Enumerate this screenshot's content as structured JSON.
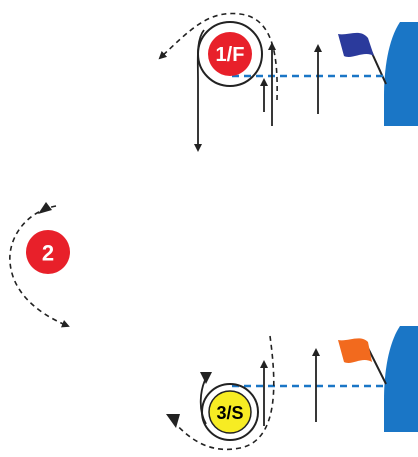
{
  "marks": {
    "mark_1": {
      "label": "1/F",
      "color": "#e8202a",
      "text_color": "#ffffff"
    },
    "mark_2": {
      "label": "2",
      "color": "#e8202a",
      "text_color": "#ffffff"
    },
    "mark_3": {
      "label": "3/S",
      "color": "#f7ec23",
      "text_color": "#000000"
    }
  },
  "colors": {
    "boat": "#1a76c6",
    "start_line": "#1a76c6",
    "finish_flag": "#2b3a9c",
    "start_flag": "#f26a1e",
    "course_line": "#222222"
  }
}
